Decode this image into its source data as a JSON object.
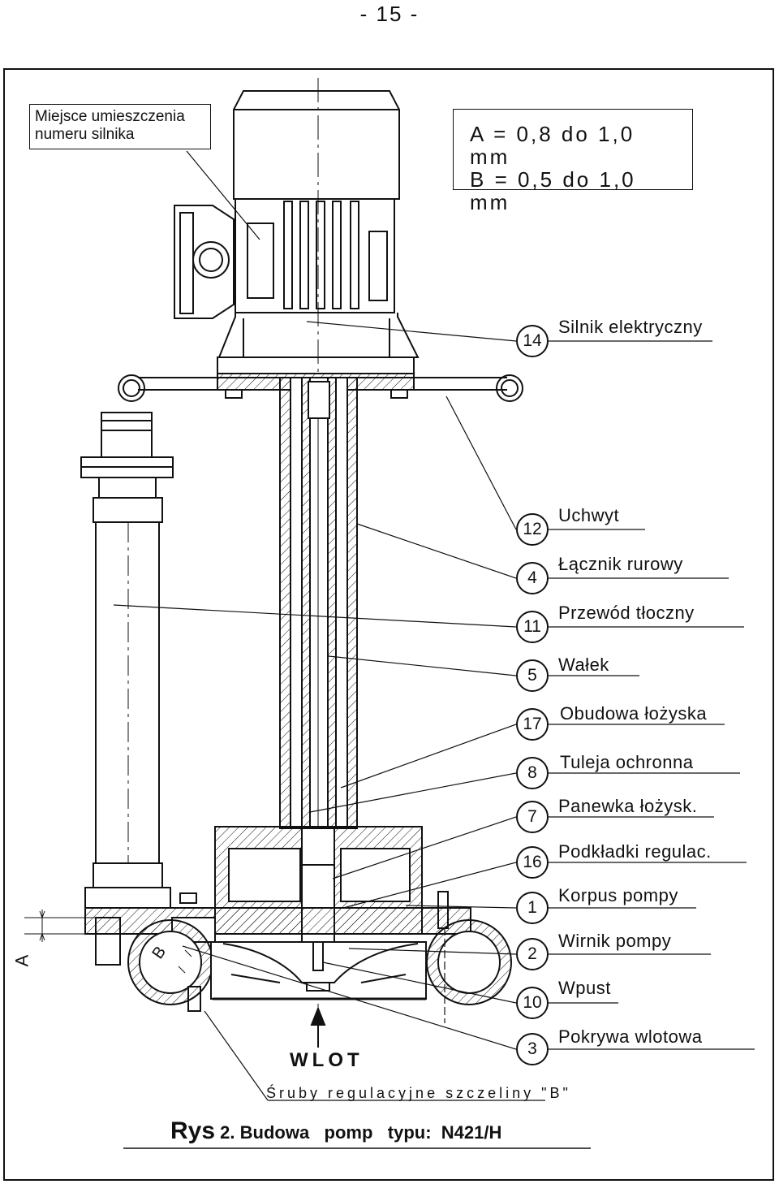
{
  "page_number": "- 15 -",
  "motor_number_note": "Miejsce umieszczenia\nnumeru silnika",
  "gap_spec": {
    "line_a": "A = 0,8 do 1,0 mm",
    "line_b": "B = 0,5 do 1,0 mm"
  },
  "dimension_labels": {
    "a": "A",
    "b": "B"
  },
  "parts": [
    {
      "num": "14",
      "name": "Silnik elektryczny"
    },
    {
      "num": "12",
      "name": "Uchwyt"
    },
    {
      "num": "4",
      "name": "Łącznik  rurowy"
    },
    {
      "num": "11",
      "name": "Przewód  tłoczny"
    },
    {
      "num": "5",
      "name": "Wałek"
    },
    {
      "num": "17",
      "name": "Obudowa  łożyska"
    },
    {
      "num": "8",
      "name": "Tuleja  ochronna"
    },
    {
      "num": "7",
      "name": "Panewka  łożysk."
    },
    {
      "num": "16",
      "name": "Podkładki  regulac."
    },
    {
      "num": "1",
      "name": "Korpus  pompy"
    },
    {
      "num": "2",
      "name": "Wirnik  pompy"
    },
    {
      "num": "10",
      "name": "Wpust"
    },
    {
      "num": "3",
      "name": "Pokrywa  wlotowa"
    }
  ],
  "inlet_label": "WLOT",
  "screws_note": "Śruby regulacyjne szczeliny \"B\"",
  "caption": {
    "prefix": "Rys",
    "number": "2.",
    "text": "Budowa   pomp   typu:  N421/H"
  }
}
